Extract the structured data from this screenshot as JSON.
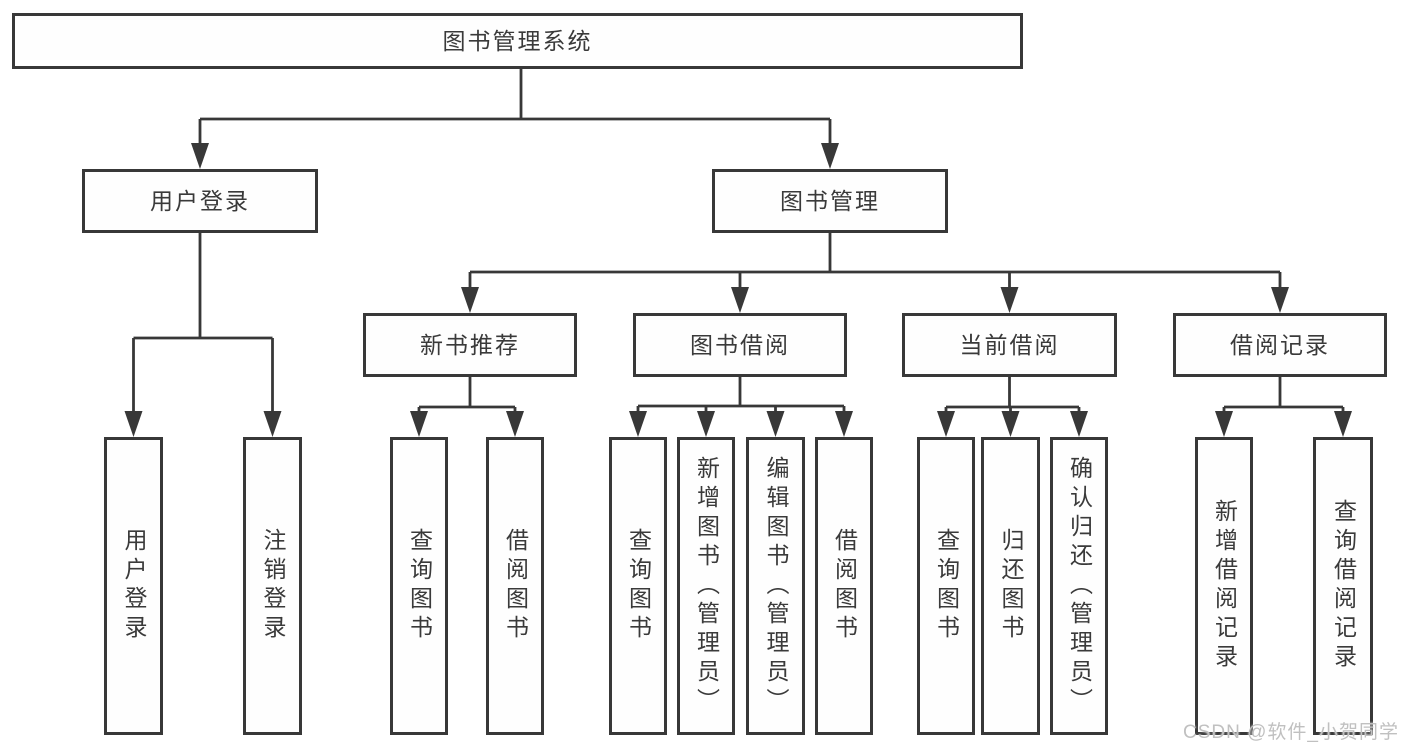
{
  "colors": {
    "line": "#383838",
    "text": "#3a3a3a",
    "box_background": "#fefefe",
    "watermark": "#c0c0c0"
  },
  "nodes": {
    "root": {
      "label": "图书管理系统"
    },
    "user_login": {
      "label": "用户登录"
    },
    "book_mgmt": {
      "label": "图书管理"
    },
    "new_book_rec": {
      "label": "新书推荐"
    },
    "book_borrow": {
      "label": "图书借阅"
    },
    "current_borrow": {
      "label": "当前借阅"
    },
    "borrow_records": {
      "label": "借阅记录"
    },
    "leaf_user_login": {
      "label": "用户登录"
    },
    "leaf_logout": {
      "label": "注销登录"
    },
    "nbr_query_book": {
      "label": "查询图书"
    },
    "nbr_borrow_book": {
      "label": "借阅图书"
    },
    "bb_query_book": {
      "label": "查询图书"
    },
    "bb_add_book": {
      "label": "新增图书（管理员）"
    },
    "bb_edit_book": {
      "label": "编辑图书（管理员）"
    },
    "bb_borrow_book": {
      "label": "借阅图书"
    },
    "cb_query_book": {
      "label": "查询图书"
    },
    "cb_return_book": {
      "label": "归还图书"
    },
    "cb_confirm_return": {
      "label": "确认归还（管理员）"
    },
    "br_add_record": {
      "label": "新增借阅记录"
    },
    "br_query_record": {
      "label": "查询借阅记录"
    }
  },
  "hierarchy": {
    "图书管理系统": [
      "用户登录",
      "图书管理"
    ],
    "用户登录": [
      "用户登录",
      "注销登录"
    ],
    "图书管理": [
      "新书推荐",
      "图书借阅",
      "当前借阅",
      "借阅记录"
    ],
    "新书推荐": [
      "查询图书",
      "借阅图书"
    ],
    "图书借阅": [
      "查询图书",
      "新增图书（管理员）",
      "编辑图书（管理员）",
      "借阅图书"
    ],
    "当前借阅": [
      "查询图书",
      "归还图书",
      "确认归还（管理员）"
    ],
    "借阅记录": [
      "新增借阅记录",
      "查询借阅记录"
    ]
  },
  "watermark": {
    "text": "CSDN @软件_小贺同学"
  }
}
